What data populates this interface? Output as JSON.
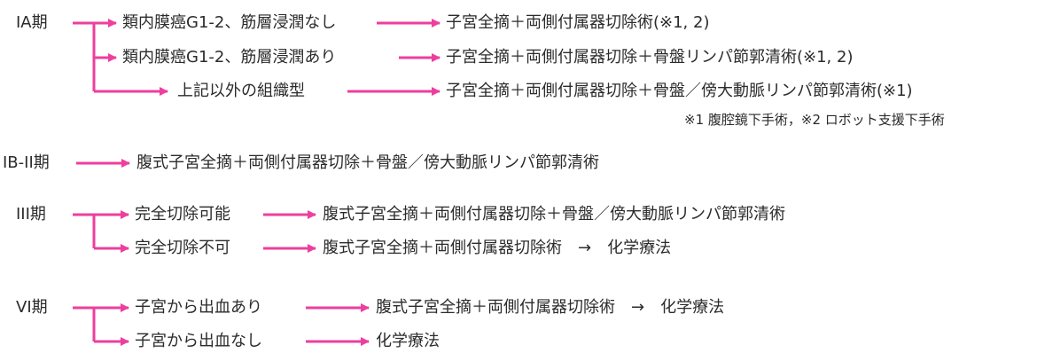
{
  "colors": {
    "accent": "#ee3e9e",
    "text": "#2b2b2b"
  },
  "ia": {
    "stage": "IA期",
    "rows": [
      {
        "condition": "類内膜癌G1-2、筋層浸潤なし",
        "treatment": "子宮全摘＋両側付属器切除術(※1, 2)"
      },
      {
        "condition": "類内膜癌G1-2、筋層浸潤あり",
        "treatment": "子宮全摘＋両側付属器切除＋骨盤リンパ節郭清術(※1, 2)"
      },
      {
        "condition": "上記以外の組織型",
        "treatment": "子宮全摘＋両側付属器切除＋骨盤／傍大動脈リンパ節郭清術(※1)"
      }
    ],
    "footnote": "※1 腹腔鏡下手術，※2 ロボット支援下手術"
  },
  "ib_ii": {
    "stage": "IB-II期",
    "treatment": "腹式子宮全摘＋両側付属器切除＋骨盤／傍大動脈リンパ節郭清術"
  },
  "iii": {
    "stage": "III期",
    "rows": [
      {
        "condition": "完全切除可能",
        "treatment": "腹式子宮全摘＋両側付属器切除＋骨盤／傍大動脈リンパ節郭清術"
      },
      {
        "condition": "完全切除不可",
        "treatment": "腹式子宮全摘＋両側付属器切除術　→　化学療法"
      }
    ]
  },
  "vi": {
    "stage": "VI期",
    "rows": [
      {
        "condition": "子宮から出血あり",
        "treatment": "腹式子宮全摘＋両側付属器切除術　→　化学療法"
      },
      {
        "condition": "子宮から出血なし",
        "treatment": "化学療法"
      }
    ]
  }
}
